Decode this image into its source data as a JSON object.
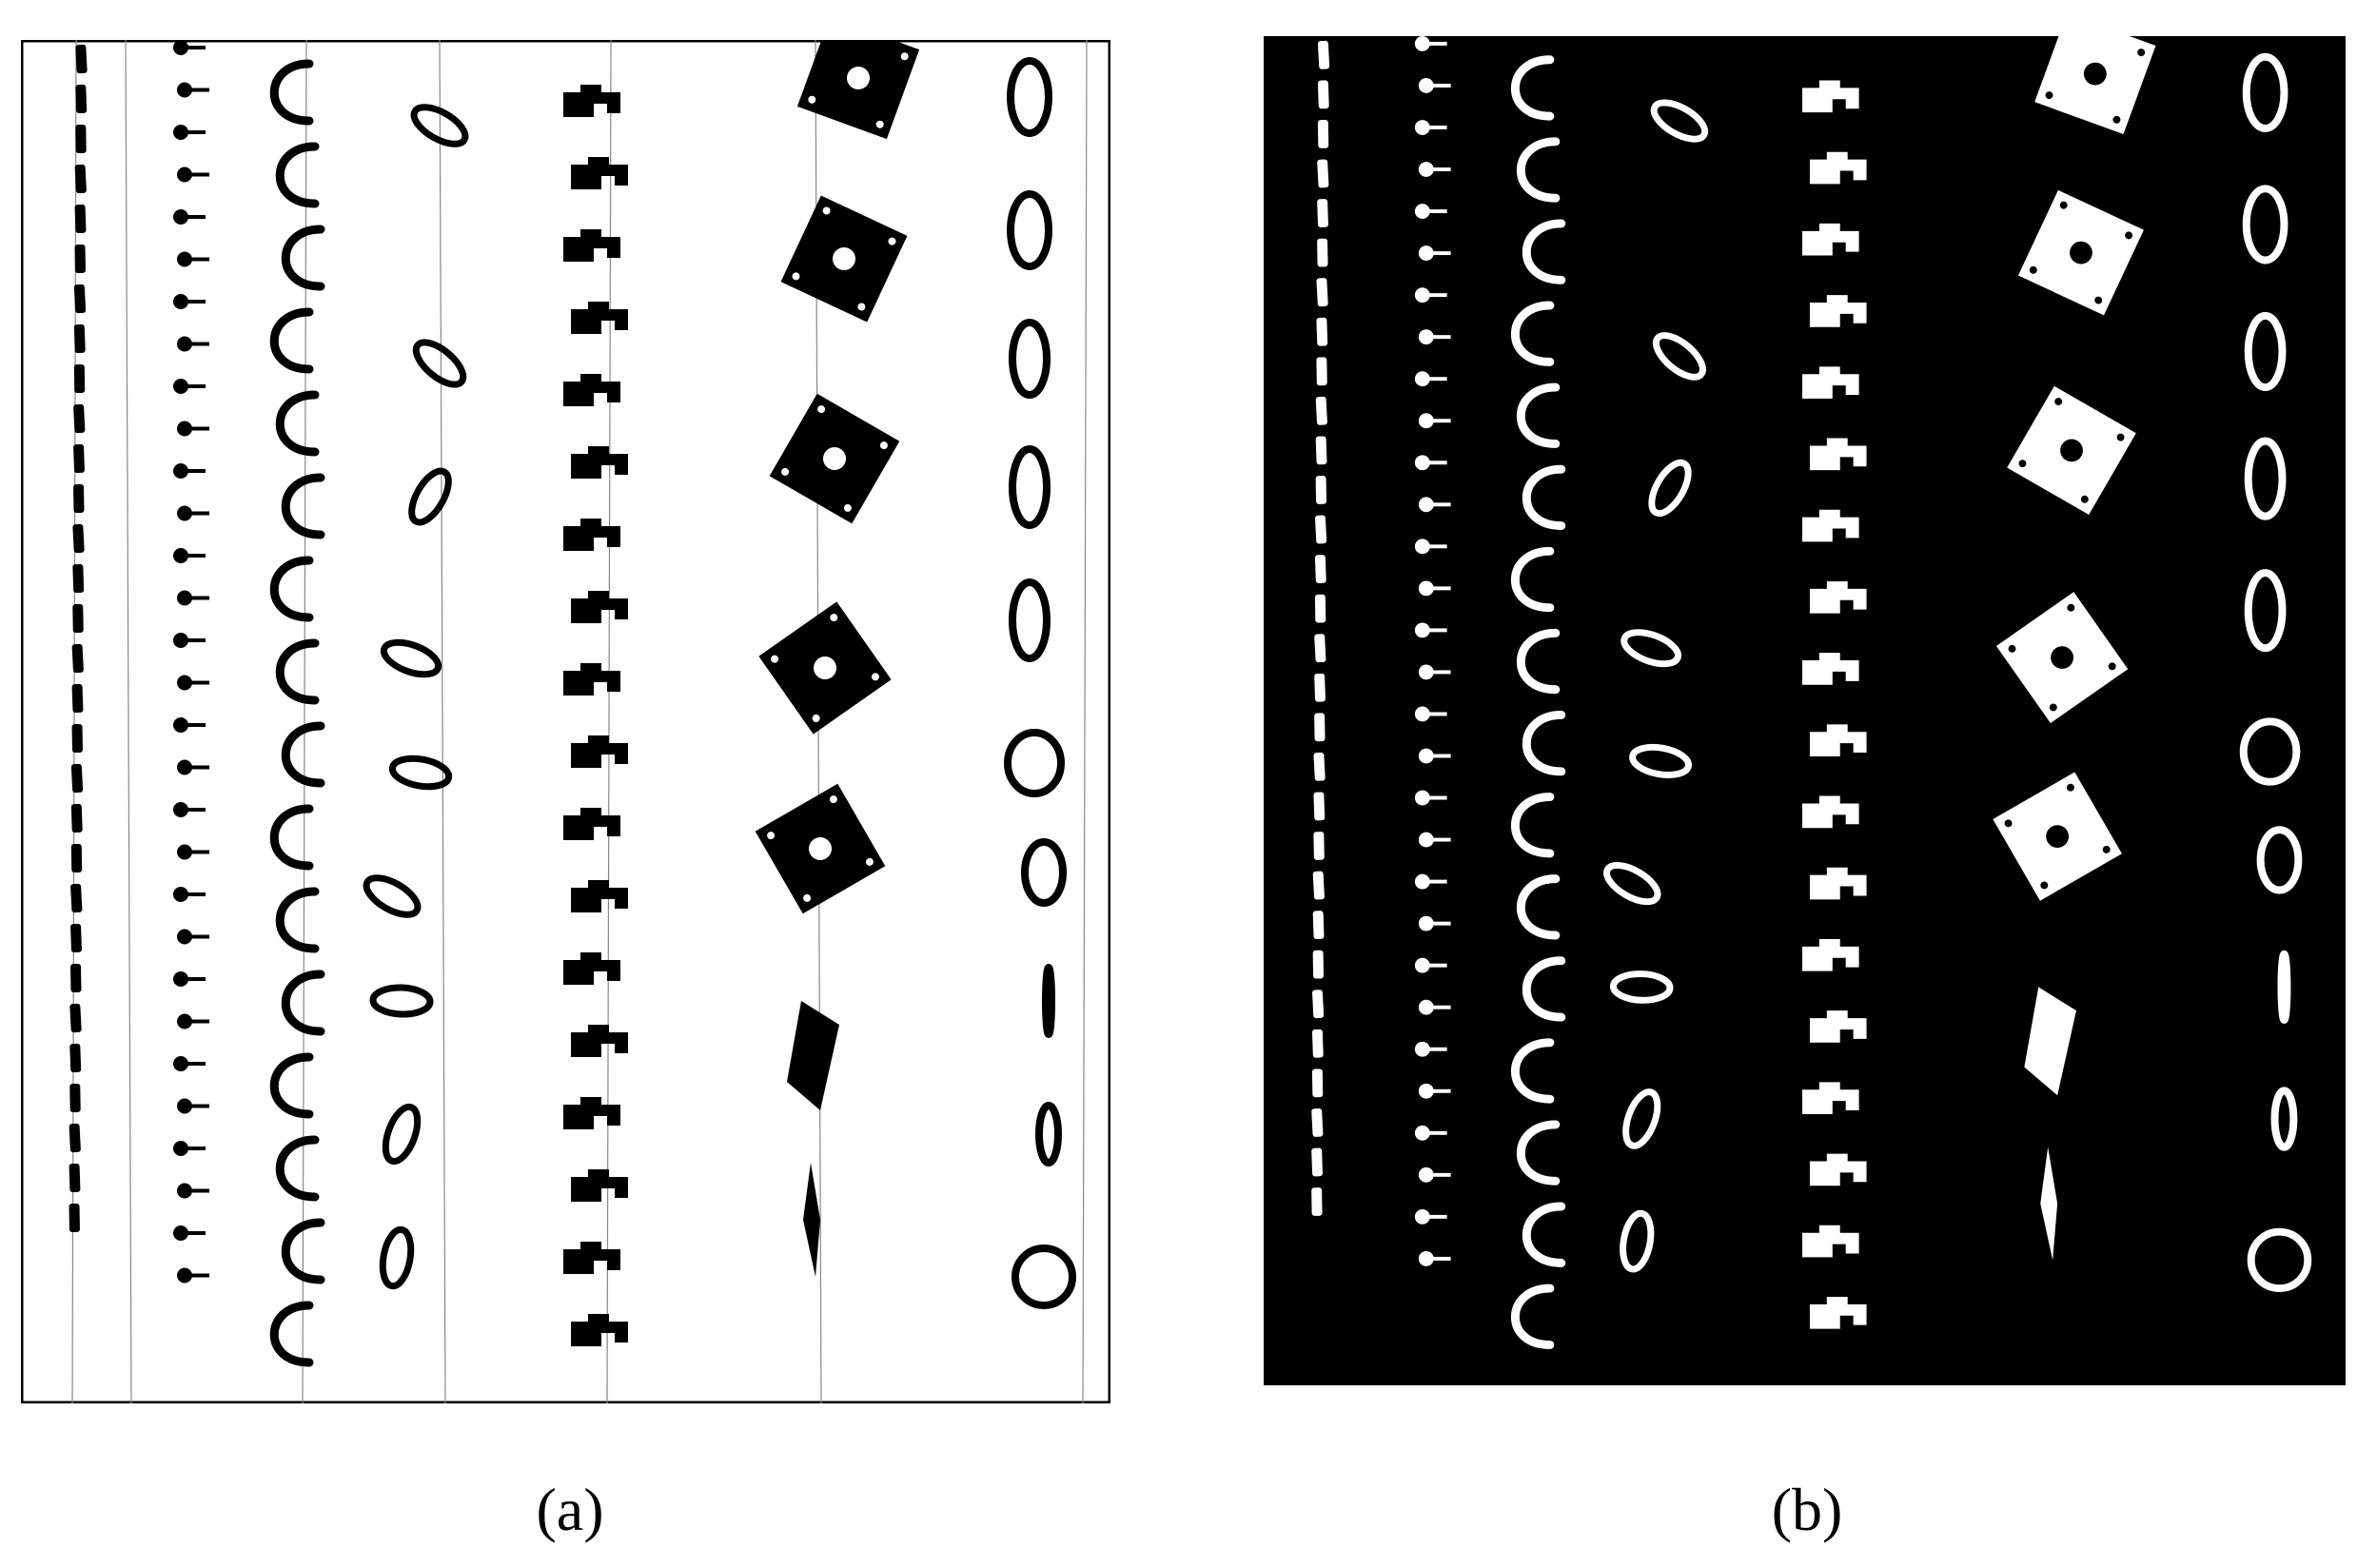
{
  "figure": {
    "panels": [
      {
        "id": "a",
        "caption": "(a)",
        "background": "#ffffff",
        "objects": "#000000",
        "border": "#000000"
      },
      {
        "id": "b",
        "caption": "(b)",
        "background": "#000000",
        "objects": "#ffffff"
      }
    ],
    "object_columns": [
      "dash-strip",
      "pin",
      "c-hook",
      "ring-link",
      "bracket",
      "square-plate",
      "oval-ring"
    ]
  }
}
